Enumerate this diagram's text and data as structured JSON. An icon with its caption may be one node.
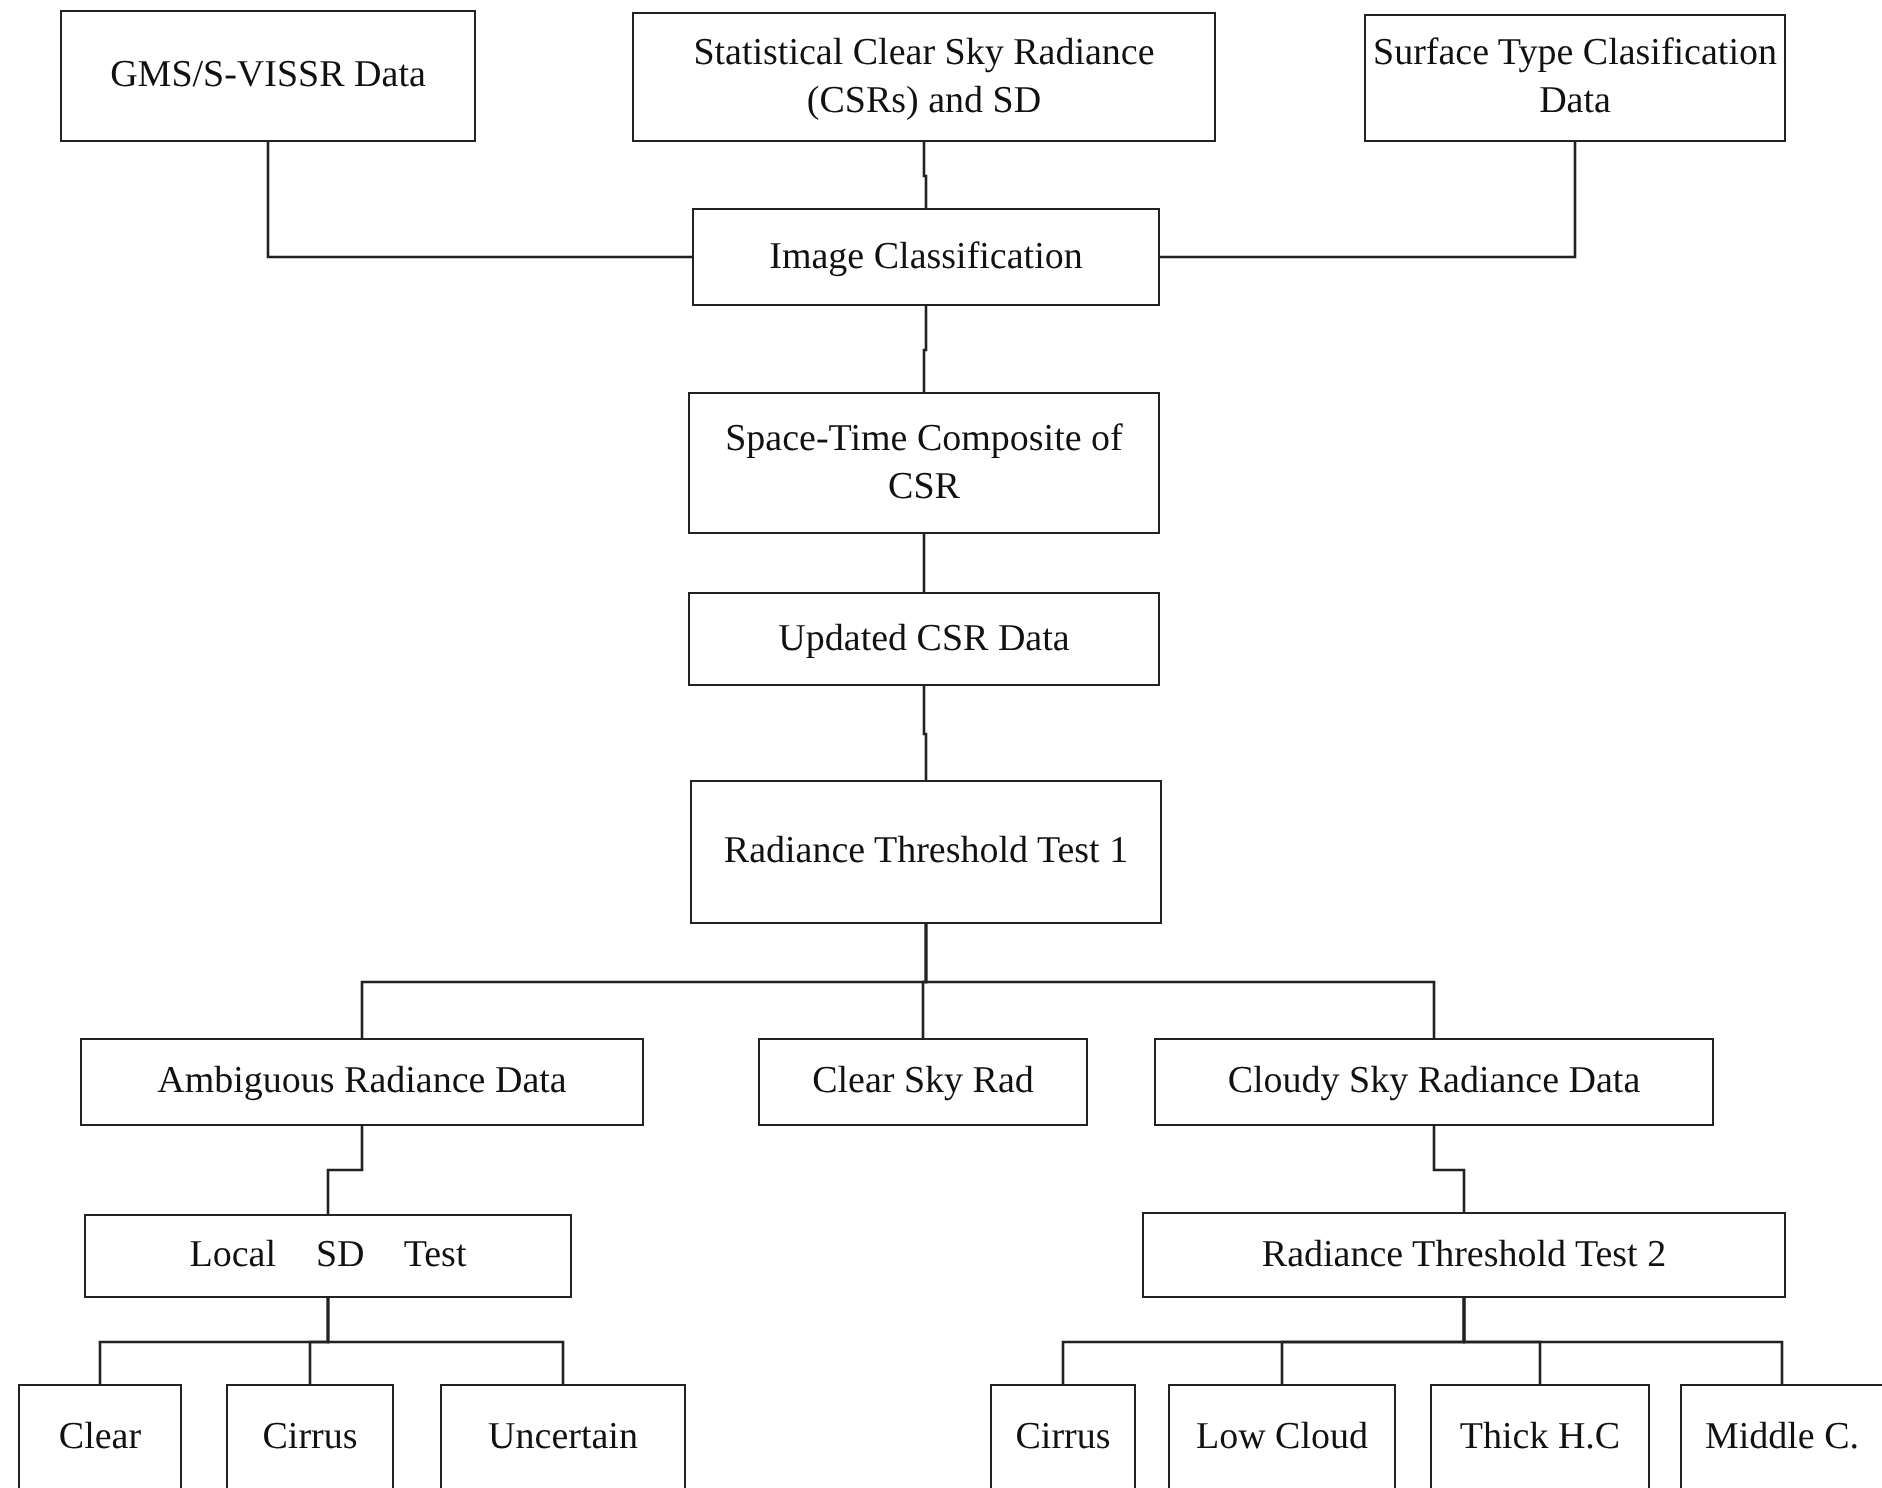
{
  "diagram": {
    "nodes": [
      {
        "text": [
          "GMS/S-VISSR Data"
        ]
      },
      {
        "text": [
          "Statistical Clear Sky Radiance (CSRs) and SD"
        ]
      },
      {
        "text": [
          "Surface Type Clasification Data"
        ]
      },
      {
        "text": [
          "Image Classification"
        ]
      },
      {
        "text": [
          "Space-Time Composite of CSR"
        ]
      },
      {
        "text": [
          "Updated CSR Data"
        ]
      },
      {
        "text": [
          "Radiance Threshold Test 1"
        ]
      },
      {
        "text": [
          "Ambiguous Radiance Data"
        ]
      },
      {
        "text": [
          "Clear Sky Rad"
        ]
      },
      {
        "text": [
          "Cloudy Sky Radiance Data"
        ]
      },
      {
        "text": [
          "Local SD Test"
        ]
      },
      {
        "text": [
          "Radiance Threshold Test 2"
        ]
      },
      {
        "text": [
          "Clear"
        ]
      },
      {
        "text": [
          "Cirrus"
        ]
      },
      {
        "text": [
          "Uncertain"
        ]
      },
      {
        "text": [
          "Cirrus"
        ]
      },
      {
        "text": [
          "Low Cloud"
        ]
      },
      {
        "text": [
          "Thick H.C"
        ]
      },
      {
        "text": [
          "Middle C."
        ]
      }
    ],
    "edges": [
      {
        "from": 0,
        "to": 3,
        "arrow": "none"
      },
      {
        "from": 1,
        "to": 3,
        "arrow": "none"
      },
      {
        "from": 2,
        "to": 3,
        "arrow": "none"
      },
      {
        "from": 3,
        "to": 4,
        "arrow": "none"
      },
      {
        "from": 4,
        "to": 5,
        "arrow": "none"
      },
      {
        "from": 5,
        "to": 6,
        "arrow": "none"
      },
      {
        "from": 6,
        "to": 7,
        "arrow": "none"
      },
      {
        "from": 6,
        "to": 8,
        "arrow": "none"
      },
      {
        "from": 6,
        "to": 9,
        "arrow": "none"
      },
      {
        "from": 7,
        "to": 10,
        "arrow": "none"
      },
      {
        "from": 10,
        "to": 12,
        "arrow": "none"
      },
      {
        "from": 10,
        "to": 13,
        "arrow": "none"
      },
      {
        "from": 10,
        "to": 14,
        "arrow": "none"
      },
      {
        "from": 9,
        "to": 11,
        "arrow": "none"
      },
      {
        "from": 11,
        "to": 15,
        "arrow": "none"
      },
      {
        "from": 11,
        "to": 16,
        "arrow": "none"
      },
      {
        "from": 11,
        "to": 17,
        "arrow": "none"
      },
      {
        "from": 11,
        "to": 18,
        "arrow": "none"
      }
    ]
  }
}
